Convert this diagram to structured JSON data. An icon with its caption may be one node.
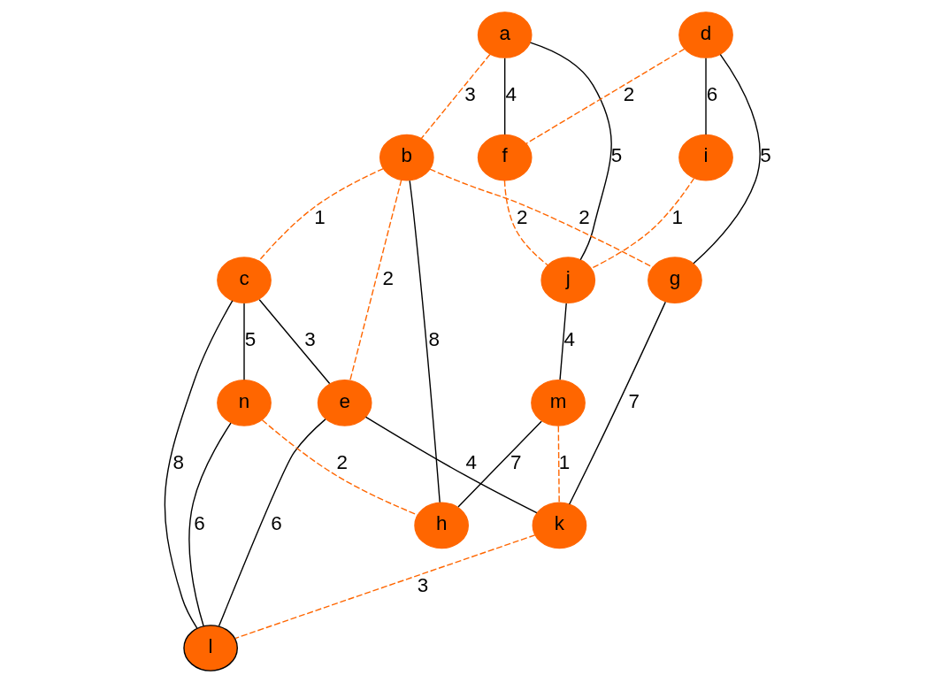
{
  "diagram": {
    "nodes": [
      {
        "text": [
          "a"
        ]
      },
      {
        "text": [
          "b"
        ]
      },
      {
        "text": [
          "c"
        ]
      },
      {
        "text": [
          "d"
        ]
      },
      {
        "text": [
          "e"
        ]
      },
      {
        "text": [
          "f"
        ]
      },
      {
        "text": [
          "g"
        ]
      },
      {
        "text": [
          "n"
        ]
      },
      {
        "text": [
          "i"
        ]
      },
      {
        "text": [
          "j"
        ]
      },
      {
        "text": [
          "k"
        ]
      },
      {
        "text": [
          "l"
        ]
      },
      {
        "text": [
          "h"
        ]
      },
      {
        "text": [
          "m"
        ]
      }
    ],
    "edges": [
      {
        "from": 0,
        "to": 1,
        "arrow": "none",
        "label": "3",
        "style": "dashed",
        "color": "#ff6600"
      },
      {
        "from": 1,
        "to": 2,
        "arrow": "none",
        "label": "1",
        "style": "dashed",
        "color": "#ff6600"
      },
      {
        "from": 1,
        "to": 12,
        "arrow": "none",
        "label": "8"
      },
      {
        "from": 0,
        "to": 5,
        "arrow": "none",
        "label": "4"
      },
      {
        "from": 0,
        "to": 9,
        "arrow": "none",
        "label": "5"
      },
      {
        "from": 1,
        "to": 6,
        "arrow": "none",
        "label": "2",
        "style": "dashed",
        "color": "#ff6600"
      },
      {
        "from": 1,
        "to": 4,
        "arrow": "none",
        "label": "2",
        "style": "dashed",
        "color": "#ff6600"
      },
      {
        "from": 2,
        "to": 4,
        "arrow": "none",
        "label": "3"
      },
      {
        "from": 2,
        "to": 11,
        "arrow": "none",
        "label": "8"
      },
      {
        "from": 2,
        "to": 7,
        "arrow": "none",
        "label": "5"
      },
      {
        "from": 3,
        "to": 5,
        "arrow": "none",
        "label": "2",
        "style": "dashed",
        "color": "#ff6600"
      },
      {
        "from": 3,
        "to": 6,
        "arrow": "none",
        "label": "5"
      },
      {
        "from": 3,
        "to": 8,
        "arrow": "none",
        "label": "6"
      },
      {
        "from": 5,
        "to": 9,
        "arrow": "none",
        "label": "2",
        "style": "dashed",
        "color": "#ff6600"
      },
      {
        "from": 8,
        "to": 9,
        "arrow": "none",
        "label": "1",
        "style": "dashed",
        "color": "#ff6600"
      },
      {
        "from": 6,
        "to": 10,
        "arrow": "none",
        "label": "7"
      },
      {
        "from": 4,
        "to": 10,
        "arrow": "none",
        "label": "4"
      },
      {
        "from": 4,
        "to": 11,
        "arrow": "none",
        "label": "6"
      },
      {
        "from": 7,
        "to": 11,
        "arrow": "none",
        "label": "6"
      },
      {
        "from": 7,
        "to": 12,
        "arrow": "none",
        "label": "2",
        "style": "dashed",
        "color": "#ff6600"
      },
      {
        "from": 10,
        "to": 11,
        "arrow": "none",
        "label": "3",
        "style": "dashed",
        "color": "#ff6600"
      },
      {
        "from": 9,
        "to": 13,
        "arrow": "none",
        "label": "4"
      },
      {
        "from": 13,
        "to": 10,
        "arrow": "none",
        "label": "1",
        "style": "dashed",
        "color": "#ff6600"
      },
      {
        "from": 13,
        "to": 12,
        "arrow": "none",
        "label": "7"
      }
    ]
  }
}
